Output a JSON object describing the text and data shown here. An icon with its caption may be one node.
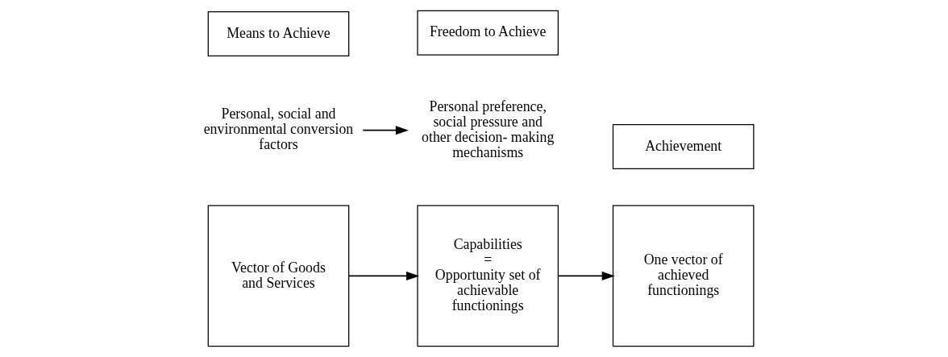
{
  "diagram": {
    "nodes": [
      {
        "text": [
          "Vector of Goods and Services"
        ]
      },
      {
        "text": [
          "Personal, social and environmental conversion factors"
        ]
      },
      {
        "text": [
          "Capabilities",
          "=",
          "Opportunity set of achievable functionings"
        ]
      },
      {
        "text": [
          "Personal preference, social pressure and other decision- making mechanisms"
        ]
      },
      {
        "text": [
          "One vector of achieved functionings"
        ]
      },
      {
        "text": [
          "Means to Achieve"
        ]
      },
      {
        "text": [
          "Freedom to Achieve"
        ]
      },
      {
        "text": [
          "Achievement"
        ]
      }
    ],
    "edges": [
      {
        "from": 0,
        "to": 2,
        "arrow": "to"
      },
      {
        "from": 2,
        "to": 4,
        "arrow": "to"
      },
      {
        "from": 1,
        "to": 3,
        "arrow": "to"
      }
    ]
  }
}
